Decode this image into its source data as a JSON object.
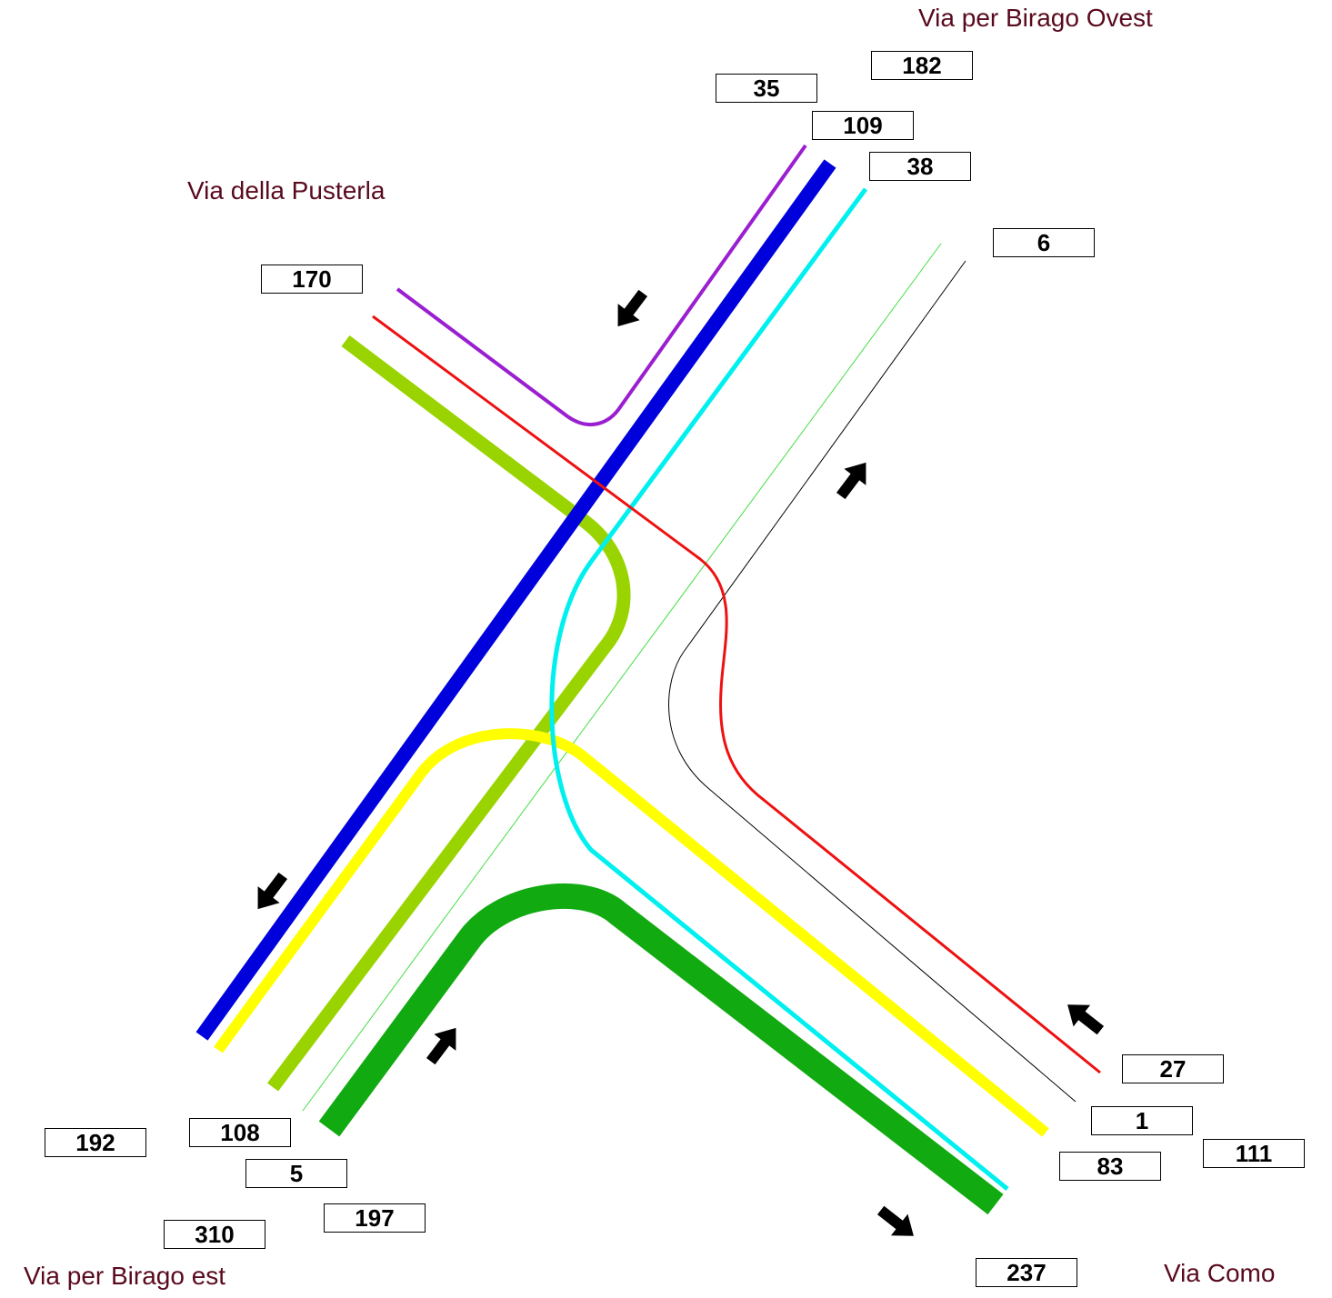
{
  "roads": {
    "birago_ovest": "Via per Birago Ovest",
    "pusterla": "Via della Pusterla",
    "birago_est": "Via per Birago est",
    "como": "Via Como"
  },
  "counts": {
    "c182": "182",
    "c35": "35",
    "c109": "109",
    "c38": "38",
    "c6": "6",
    "c170": "170",
    "c27": "27",
    "c1": "1",
    "c111": "111",
    "c83": "83",
    "c237": "237",
    "c192": "192",
    "c108": "108",
    "c5": "5",
    "c197": "197",
    "c310": "310"
  },
  "flow_colors": {
    "violet": "#9a1fd0",
    "blue": "#0000dd",
    "cyan": "#00f0f0",
    "light_green": "#44dd44",
    "black": "#000000",
    "red": "#ee1111",
    "yellow_green": "#99d400",
    "yellow": "#ffff00",
    "green": "#11aa11"
  },
  "icons": [
    "arrow-southwest-icon",
    "arrow-northeast-icon",
    "arrow-northwest-icon",
    "arrow-southeast-icon"
  ]
}
